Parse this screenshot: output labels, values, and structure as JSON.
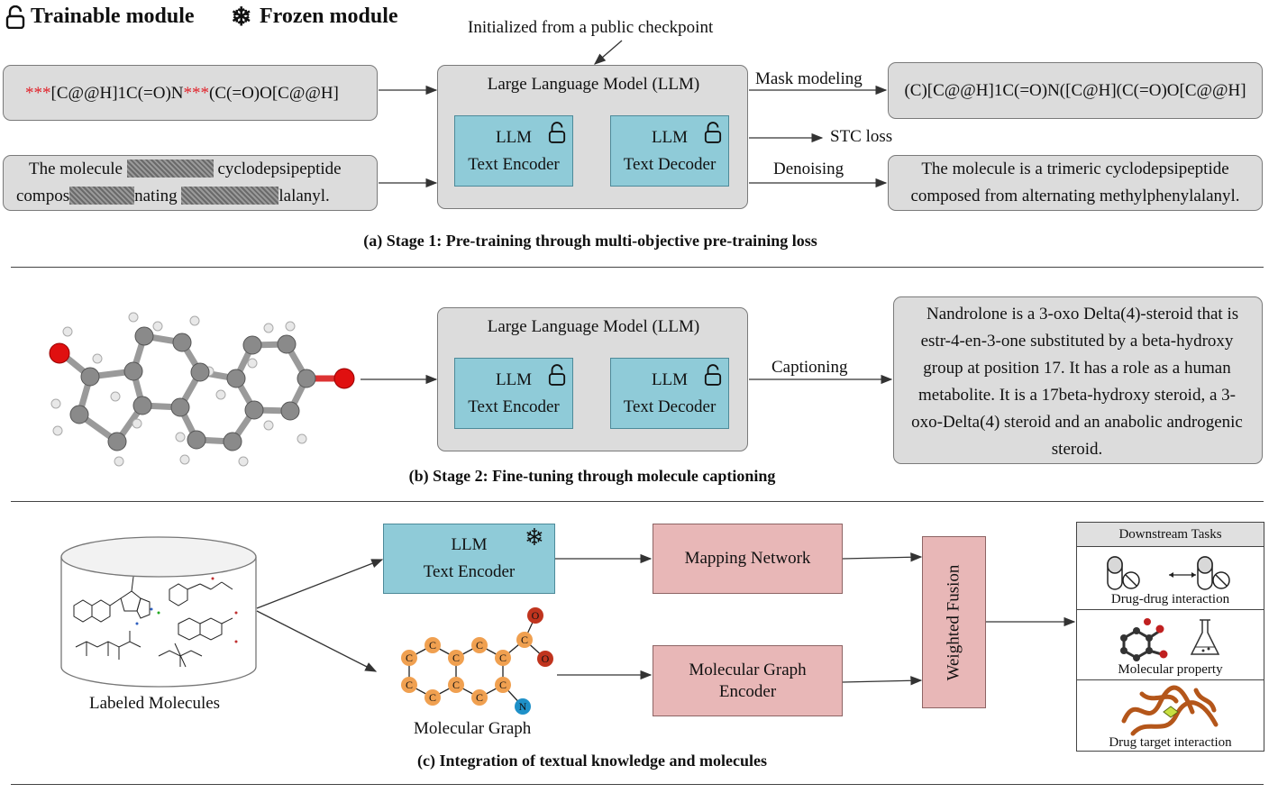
{
  "legend": {
    "trainable": "Trainable module",
    "frozen": "Frozen module"
  },
  "stage1": {
    "checkpoint_note": "Initialized from a public checkpoint",
    "smiles_input": {
      "stars1": "***",
      "part1": "[C@@H]1C(=O)N",
      "stars2": "***",
      "part2": "(C(=O)O[C@@H]"
    },
    "text_input": {
      "line1_a": "The molecule",
      "line1_b": "cyclodepsipeptide",
      "line2_a": "compos",
      "line2_b": "nating",
      "line2_c": "lalanyl."
    },
    "llm_title": "Large Language Model (LLM)",
    "encoder": {
      "line1": "LLM",
      "line2": "Text Encoder"
    },
    "decoder": {
      "line1": "LLM",
      "line2": "Text Decoder"
    },
    "mask_label": "Mask modeling",
    "stc_label": "STC loss",
    "denoise_label": "Denoising",
    "smiles_output": "(C)[C@@H]1C(=O)N([C@H](C(=O)O[C@@H]",
    "text_output": {
      "line1": "The molecule is a trimeric cyclodepsipeptide",
      "line2": "composed from alternating methylphenylalanyl."
    },
    "caption": "(a) Stage 1: Pre-training through  multi-objective pre-training loss"
  },
  "stage2": {
    "llm_title": "Large Language Model (LLM)",
    "encoder": {
      "line1": "LLM",
      "line2": "Text Encoder"
    },
    "decoder": {
      "line1": "LLM",
      "line2": "Text Decoder"
    },
    "captioning_label": "Captioning",
    "output_lines": [
      "Nandrolone is a 3-oxo Delta(4)-steroid that is",
      "estr-4-en-3-one substituted by a beta-hydroxy",
      "group at position 17. It has a role as a human",
      "metabolite. It is a 17beta-hydroxy steroid, a 3-",
      "oxo-Delta(4) steroid and an anabolic androgenic",
      "steroid."
    ],
    "caption": "(b) Stage 2: Fine-tuning through molecule captioning"
  },
  "stage3": {
    "labeled_molecules": "Labeled Molecules",
    "frozen_encoder": {
      "line1": "LLM",
      "line2": "Text Encoder"
    },
    "mapping_network": "Mapping Network",
    "graph_encoder": {
      "line1": "Molecular Graph",
      "line2": "Encoder"
    },
    "molecular_graph": "Molecular Graph",
    "weighted_fusion": "Weighted Fusion",
    "downstream_title": "Downstream Tasks",
    "tasks": [
      "Drug-drug interaction",
      "Molecular property",
      "Drug target interaction"
    ],
    "graph_atoms": {
      "carbon": "C",
      "oxygen": "O",
      "nitrogen": "N"
    },
    "caption": "(c)  Integration of textual knowledge and molecules"
  },
  "colors": {
    "module_blue": "#8fcbd8",
    "module_pink": "#e8b7b7",
    "panel_gray": "#dcdcdc",
    "mask_red": "#e0242c",
    "carbon_orange": "#f0a050",
    "oxygen_red": "#c0341e",
    "nitrogen_blue": "#1e90c8"
  }
}
